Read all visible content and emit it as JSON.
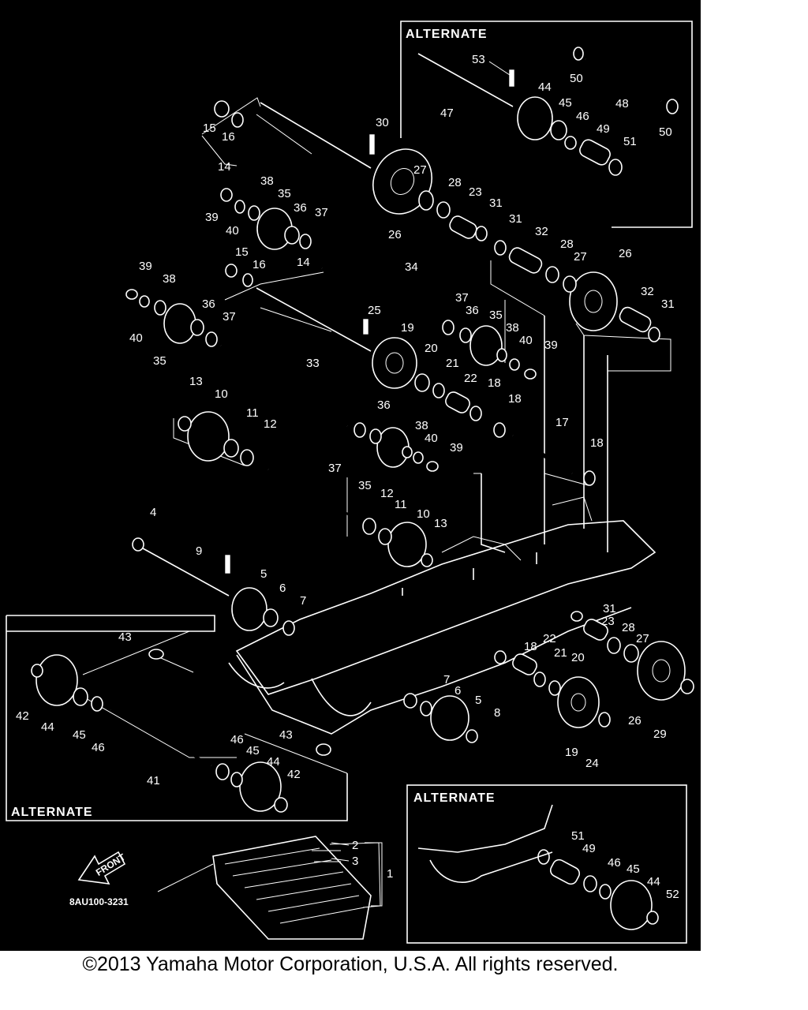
{
  "alternate_label": "ALTERNATE",
  "diagram_code": "8AU100-3231",
  "front_label": "FRONT",
  "copyright": "©2013 Yamaha Motor Corporation, U.S.A. All rights reserved.",
  "callouts": [
    {
      "t": "53"
    },
    {
      "t": "50"
    },
    {
      "t": "44"
    },
    {
      "t": "45"
    },
    {
      "t": "48"
    },
    {
      "t": "47"
    },
    {
      "t": "46"
    },
    {
      "t": "49"
    },
    {
      "t": "50"
    },
    {
      "t": "51"
    },
    {
      "t": "30"
    },
    {
      "t": "15"
    },
    {
      "t": "16"
    },
    {
      "t": "14"
    },
    {
      "t": "27"
    },
    {
      "t": "28"
    },
    {
      "t": "23"
    },
    {
      "t": "31"
    },
    {
      "t": "38"
    },
    {
      "t": "35"
    },
    {
      "t": "36"
    },
    {
      "t": "37"
    },
    {
      "t": "39"
    },
    {
      "t": "40"
    },
    {
      "t": "26"
    },
    {
      "t": "31"
    },
    {
      "t": "32"
    },
    {
      "t": "28"
    },
    {
      "t": "27"
    },
    {
      "t": "26"
    },
    {
      "t": "15"
    },
    {
      "t": "16"
    },
    {
      "t": "14"
    },
    {
      "t": "34"
    },
    {
      "t": "39"
    },
    {
      "t": "38"
    },
    {
      "t": "36"
    },
    {
      "t": "37"
    },
    {
      "t": "40"
    },
    {
      "t": "35"
    },
    {
      "t": "25"
    },
    {
      "t": "37"
    },
    {
      "t": "36"
    },
    {
      "t": "35"
    },
    {
      "t": "38"
    },
    {
      "t": "40"
    },
    {
      "t": "39"
    },
    {
      "t": "19"
    },
    {
      "t": "20"
    },
    {
      "t": "21"
    },
    {
      "t": "22"
    },
    {
      "t": "18"
    },
    {
      "t": "32"
    },
    {
      "t": "31"
    },
    {
      "t": "33"
    },
    {
      "t": "13"
    },
    {
      "t": "10"
    },
    {
      "t": "11"
    },
    {
      "t": "12"
    },
    {
      "t": "36"
    },
    {
      "t": "38"
    },
    {
      "t": "40"
    },
    {
      "t": "39"
    },
    {
      "t": "37"
    },
    {
      "t": "35"
    },
    {
      "t": "18"
    },
    {
      "t": "17"
    },
    {
      "t": "18"
    },
    {
      "t": "12"
    },
    {
      "t": "11"
    },
    {
      "t": "10"
    },
    {
      "t": "13"
    },
    {
      "t": "4"
    },
    {
      "t": "9"
    },
    {
      "t": "5"
    },
    {
      "t": "6"
    },
    {
      "t": "7"
    },
    {
      "t": "43"
    },
    {
      "t": "42"
    },
    {
      "t": "44"
    },
    {
      "t": "45"
    },
    {
      "t": "46"
    },
    {
      "t": "31"
    },
    {
      "t": "23"
    },
    {
      "t": "28"
    },
    {
      "t": "27"
    },
    {
      "t": "18"
    },
    {
      "t": "22"
    },
    {
      "t": "21"
    },
    {
      "t": "20"
    },
    {
      "t": "7"
    },
    {
      "t": "6"
    },
    {
      "t": "5"
    },
    {
      "t": "8"
    },
    {
      "t": "26"
    },
    {
      "t": "29"
    },
    {
      "t": "19"
    },
    {
      "t": "24"
    },
    {
      "t": "43"
    },
    {
      "t": "46"
    },
    {
      "t": "45"
    },
    {
      "t": "44"
    },
    {
      "t": "42"
    },
    {
      "t": "41"
    },
    {
      "t": "2"
    },
    {
      "t": "3"
    },
    {
      "t": "1"
    },
    {
      "t": "51"
    },
    {
      "t": "49"
    },
    {
      "t": "46"
    },
    {
      "t": "45"
    },
    {
      "t": "44"
    },
    {
      "t": "52"
    }
  ]
}
